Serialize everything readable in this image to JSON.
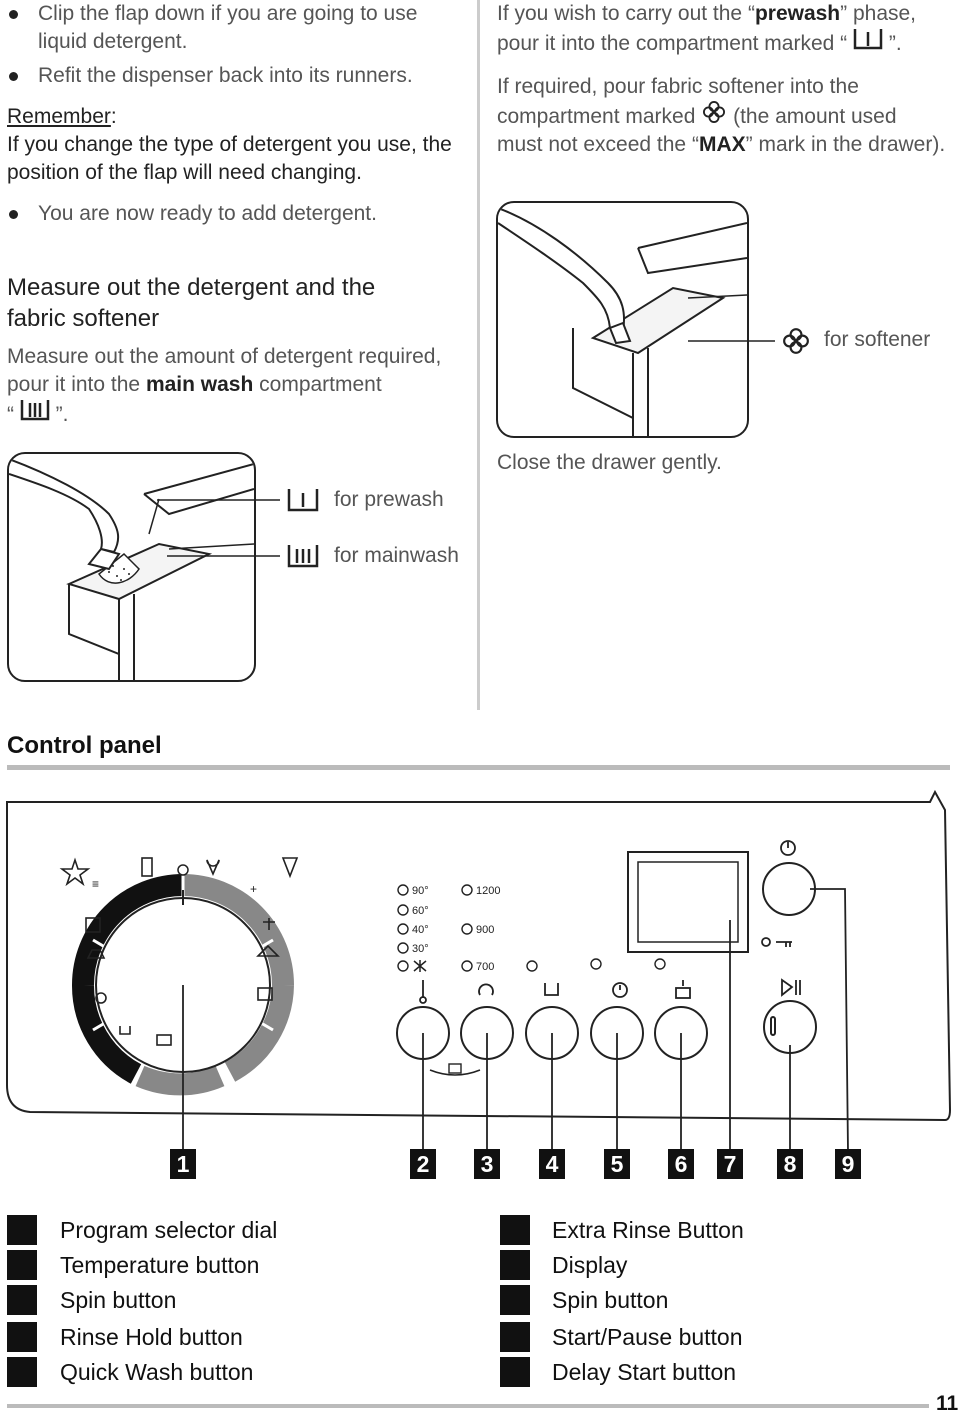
{
  "left_column": {
    "bullet1": "Clip the flap down if you are going to use liquid detergent.",
    "bullet2": "Refit the dispenser back into its runners.",
    "remember_label": "Remember",
    "remember_colon": ":",
    "remember_text": "If you change the type of detergent you use, the position of the flap will need changing.",
    "bullet3": "You are now ready to add detergent.",
    "heading": "Measure out the detergent and the fabric softener",
    "para_part1": "Measure out the amount of detergent required, pour it into the",
    "para_bold": "main wash",
    "para_part2": "compartment",
    "para_end": "."
  },
  "left_illustration": {
    "label_prewash": "for prewash",
    "label_mainwash": "for mainwash"
  },
  "right_column": {
    "para1_part1": "If you wish to carry out the",
    "para1_bold": "prewash",
    "para1_part2": "phase, pour it into the compartment marked",
    "para1_end": ".",
    "para2_part1": "If required, pour fabric softener into the compartment marked",
    "para2_part2": "(the amount used must not exceed the",
    "para2_bold": "MAX",
    "para2_part3": "mark in the drawer).",
    "label_softener": "for softener",
    "close_text": "Close the drawer gently."
  },
  "control_panel": {
    "title": "Control panel",
    "temperatures": [
      "90°",
      "60°",
      "40°",
      "30°"
    ],
    "spins": [
      "1200",
      "900",
      "700"
    ],
    "numbers": [
      "1",
      "2",
      "3",
      "4",
      "5",
      "6",
      "7",
      "8",
      "9"
    ]
  },
  "legend": {
    "left": [
      "Program selector dial",
      "Temperature button",
      "Spin button",
      "Rinse Hold button",
      "Quick Wash button"
    ],
    "right": [
      "Extra Rinse Button",
      "Display",
      "Spin button",
      "Start/Pause button",
      "Delay Start button"
    ]
  },
  "page_number": "11",
  "colors": {
    "text": "#222222",
    "muted": "#555555",
    "rule": "#bbbbbb",
    "accent_dark": "#111111"
  }
}
